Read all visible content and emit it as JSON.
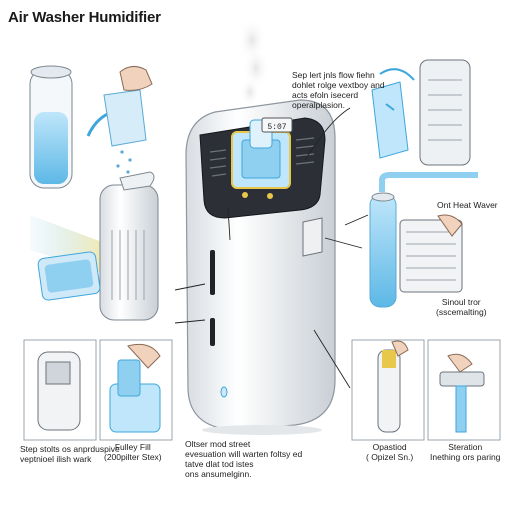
{
  "title": "Air Washer Humidifier",
  "labels": {
    "top_right": [
      "Sep lert jnls flow fiehn",
      "dohlet rolge vextboy and",
      "acts efoln isecerd",
      "operalplasion."
    ],
    "right_mid": "Ont Heat Waver",
    "right_lower": [
      "Sinoul tror",
      "(sscemalting)"
    ],
    "center_bottom": [
      "Oltser mod street",
      "evesuation will warten foltsy ed",
      "tatve dlat tod istes",
      "ons ansumelginn."
    ],
    "bottom_left": [
      "Step stolts os anprduspive",
      "veptnioel ilish wark"
    ],
    "bottom_fill": [
      "Fulley Fill",
      "(200pilter Stex)"
    ],
    "bottom_right_a": [
      "Opastiod",
      "( Opizel Sn.)"
    ],
    "bottom_right_b": [
      "Steration",
      "Inething ors paring"
    ],
    "display": "5:07"
  },
  "colors": {
    "water": "#8fd0f0",
    "water_dark": "#3fa6dc",
    "body": "#f2f4f6",
    "top_panel": "#2c3036",
    "accent_yellow": "#e8c84a"
  },
  "icons": [
    "steam-icon",
    "water-tank-icon",
    "hand-icon",
    "filter-icon",
    "pipe-icon",
    "fan-icon"
  ]
}
